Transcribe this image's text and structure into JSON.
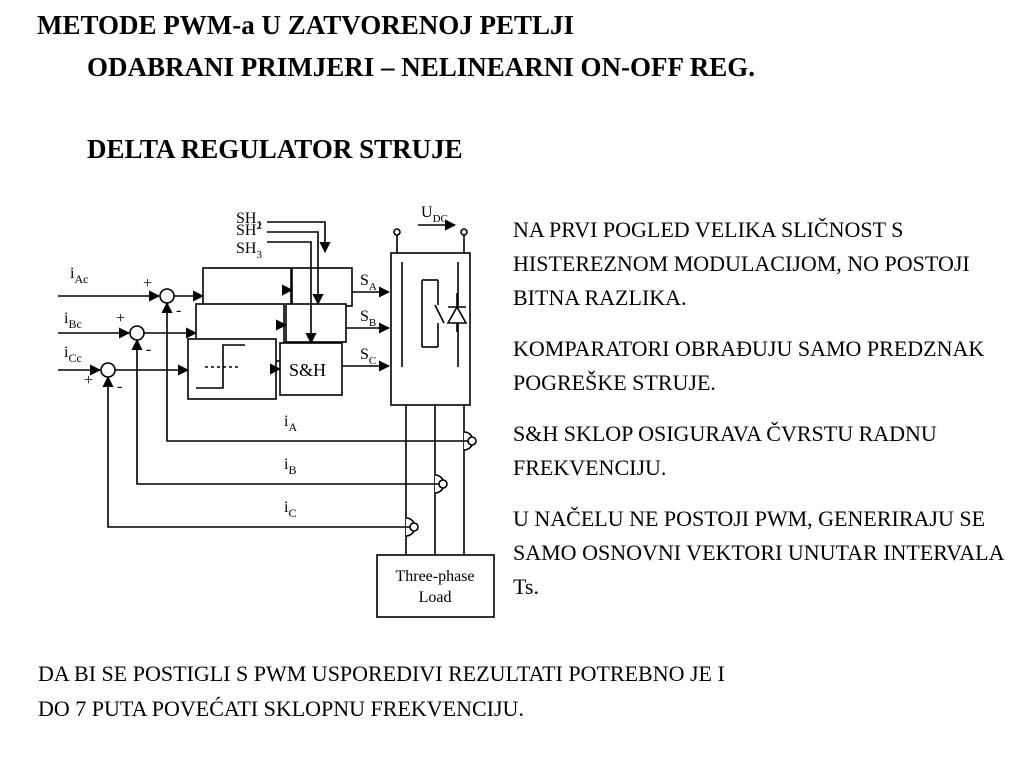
{
  "slide": {
    "title_line1": "METODE PWM-a U ZATVORENOJ PETLJI",
    "title_line2": "ODABRANI PRIMJERI – NELINEARNI ON-OFF REG.",
    "subtitle": "DELTA REGULATOR STRUJE"
  },
  "diagram": {
    "inputs": {
      "a_main": "i",
      "a_sub": "Ac",
      "b_main": "i",
      "b_sub": "Bc",
      "c_main": "i",
      "c_sub": "Cc"
    },
    "plus": "+",
    "minus": "-",
    "sh_labels": [
      "SH",
      "SH",
      "SH"
    ],
    "sh_subs": [
      "1",
      "2",
      "3"
    ],
    "sh_block": "S&H",
    "switch_signals": {
      "a_main": "S",
      "a_sub": "A",
      "b_main": "S",
      "b_sub": "B",
      "c_main": "S",
      "c_sub": "C"
    },
    "dc_main": "U",
    "dc_sub": "DC",
    "feedback": {
      "a_main": "i",
      "a_sub": "A",
      "b_main": "i",
      "b_sub": "B",
      "c_main": "i",
      "c_sub": "C"
    },
    "load_line1": "Three-phase",
    "load_line2": "Load"
  },
  "notes": [
    "NA PRVI POGLED VELIKA SLIČNOST S HISTEREZNOM MODULACIJOM, NO POSTOJI BITNA RAZLIKA.",
    "KOMPARATORI OBRAĐUJU SAMO PREDZNAK POGREŠKE STRUJE.",
    "S&H SKLOP OSIGURAVA ČVRSTU RADNU FREKVENCIJU.",
    "U NAČELU NE POSTOJI PWM, GENERIRAJU SE SAMO OSNOVNI VEKTORI UNUTAR INTERVALA Ts."
  ],
  "bottom": {
    "line1": "DA BI SE POSTIGLI S PWM USPOREDIVI REZULTATI POTREBNO JE I",
    "line2": "DO 7 PUTA POVEĆATI SKLOPNU FREKVENCIJU."
  }
}
